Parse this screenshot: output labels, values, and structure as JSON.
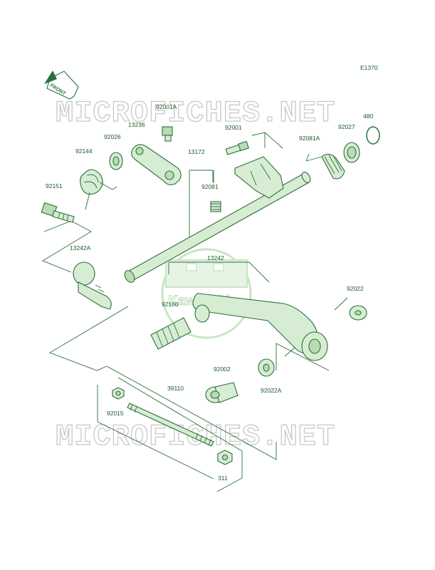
{
  "diagram_code": "E1370",
  "front_label": "FRONT",
  "watermark": "MICROFICHES.NET",
  "brand": "Kawasaki",
  "parts": {
    "p480": "480",
    "p92027": "92027",
    "p92081A": "92081A",
    "p92001A": "92001A",
    "p13236": "13236",
    "p92001": "92001",
    "p92026": "92026",
    "p92144": "92144",
    "p13172": "13172",
    "p92081": "92081",
    "p92151": "92151",
    "p13242A": "13242A",
    "p13242": "13242",
    "p92022": "92022",
    "p92160": "92160",
    "p92002": "92002",
    "p39110": "39110",
    "p92022A": "92022A",
    "p92015": "92015",
    "p311": "311"
  }
}
